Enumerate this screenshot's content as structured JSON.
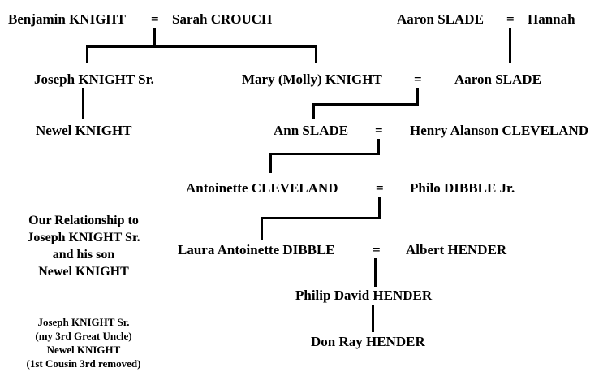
{
  "chart": {
    "type": "genealogy-pedigree",
    "title": "Our Relationship to Joseph KNIGHT Sr. and his son Newel KNIGHT",
    "background_color": "#ffffff",
    "text_color": "#000000",
    "line_color": "#000000",
    "marriage_symbol": "=",
    "generations": [
      {
        "row": 1,
        "people": [
          "Benjamin KNIGHT",
          "Sarah CROUCH",
          "Aaron SLADE",
          "Hannah"
        ],
        "couples": [
          {
            "left": "Benjamin KNIGHT",
            "right": "Sarah CROUCH"
          },
          {
            "left": "Aaron SLADE",
            "right": "Hannah"
          }
        ]
      },
      {
        "row": 2,
        "people": [
          "Joseph KNIGHT Sr.",
          "Mary (Molly) KNIGHT",
          "Aaron SLADE"
        ],
        "couples": [
          {
            "left": "Mary (Molly) KNIGHT",
            "right": "Aaron SLADE"
          }
        ]
      },
      {
        "row": 3,
        "people": [
          "Newel KNIGHT",
          "Ann SLADE",
          "Henry Alanson CLEVELAND"
        ],
        "couples": [
          {
            "left": "Ann SLADE",
            "right": "Henry Alanson CLEVELAND"
          }
        ]
      },
      {
        "row": 4,
        "people": [
          "Antoinette CLEVELAND",
          "Philo DIBBLE Jr."
        ],
        "couples": [
          {
            "left": "Antoinette CLEVELAND",
            "right": "Philo DIBBLE Jr."
          }
        ]
      },
      {
        "row": 5,
        "people": [
          "Laura Antoinette DIBBLE",
          "Albert HENDER"
        ],
        "couples": [
          {
            "left": "Laura Antoinette DIBBLE",
            "right": "Albert HENDER"
          }
        ]
      },
      {
        "row": 6,
        "people": [
          "Philip David HENDER"
        ],
        "couples": []
      },
      {
        "row": 7,
        "people": [
          "Don Ray HENDER"
        ],
        "couples": []
      }
    ],
    "nodes": {
      "benjamin_knight": "Benjamin KNIGHT",
      "sarah_crouch": "Sarah CROUCH",
      "aaron_slade_1": "Aaron SLADE",
      "hannah": "Hannah",
      "joseph_knight_sr": "Joseph KNIGHT Sr.",
      "mary_molly_knight": "Mary (Molly) KNIGHT",
      "aaron_slade_2": "Aaron SLADE",
      "newel_knight": "Newel KNIGHT",
      "ann_slade": "Ann SLADE",
      "henry_alanson_cleveland": "Henry Alanson CLEVELAND",
      "antoinette_cleveland": "Antoinette CLEVELAND",
      "philo_dibble_jr": "Philo DIBBLE Jr.",
      "laura_antoinette_dibble": "Laura Antoinette DIBBLE",
      "albert_hender": "Albert HENDER",
      "philip_david_hender": "Philip David HENDER",
      "don_ray_hender": "Don Ray HENDER"
    },
    "marriage_symbols": {
      "m1": "=",
      "m2": "=",
      "m3": "=",
      "m4": "=",
      "m5": "=",
      "m6": "=",
      "m7": "="
    },
    "caption": {
      "title_line1": "Our Relationship to",
      "title_line2": "Joseph KNIGHT Sr.",
      "title_line3": "and his son",
      "title_line4": "Newel KNIGHT",
      "note_line1": "Joseph KNIGHT Sr.",
      "note_line2": "(my 3rd Great Uncle)",
      "note_line3": "Newel KNIGHT",
      "note_line4": "(1st Cousin 3rd removed)"
    }
  }
}
